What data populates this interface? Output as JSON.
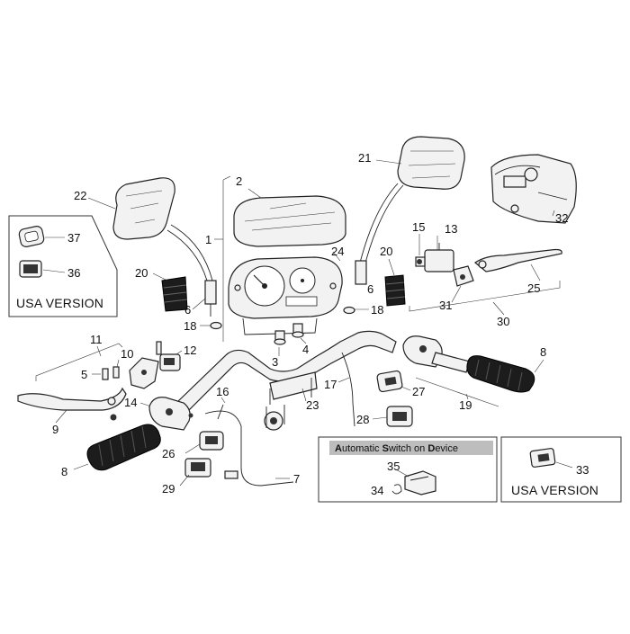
{
  "callouts": {
    "c2": "2",
    "c1": "1",
    "c22": "22",
    "c21": "21",
    "c37": "37",
    "c36": "36",
    "c20a": "20",
    "c20b": "20",
    "c6a": "6",
    "c6b": "6",
    "c18a": "18",
    "c18b": "18",
    "c24": "24",
    "c15": "15",
    "c13": "13",
    "c32": "32",
    "c25": "25",
    "c31": "31",
    "c30": "30",
    "c11": "11",
    "c10": "10",
    "c12": "12",
    "c5": "5",
    "c3": "3",
    "c4": "4",
    "c14": "14",
    "c9": "9",
    "c16": "16",
    "c23": "23",
    "c17": "17",
    "c27": "27",
    "c19": "19",
    "c8a": "8",
    "c8b": "8",
    "c28": "28",
    "c26": "26",
    "c29": "29",
    "c7": "7",
    "c35": "35",
    "c34": "34",
    "c33": "33"
  },
  "usa_box_left": {
    "label": "USA VERSION"
  },
  "usa_box_right": {
    "label": "USA VERSION"
  },
  "auto_switch_box": {
    "title_parts": [
      {
        "text": "A",
        "bold": true
      },
      {
        "text": "utomatic ",
        "bold": false
      },
      {
        "text": "S",
        "bold": true
      },
      {
        "text": "witch on ",
        "bold": false
      },
      {
        "text": "D",
        "bold": true
      },
      {
        "text": "evice",
        "bold": false
      }
    ]
  },
  "colors": {
    "line": "#222222",
    "part_fill": "#f2f2f2",
    "grip": "#1c1c1c",
    "title_bar": "#bdbdbd"
  }
}
